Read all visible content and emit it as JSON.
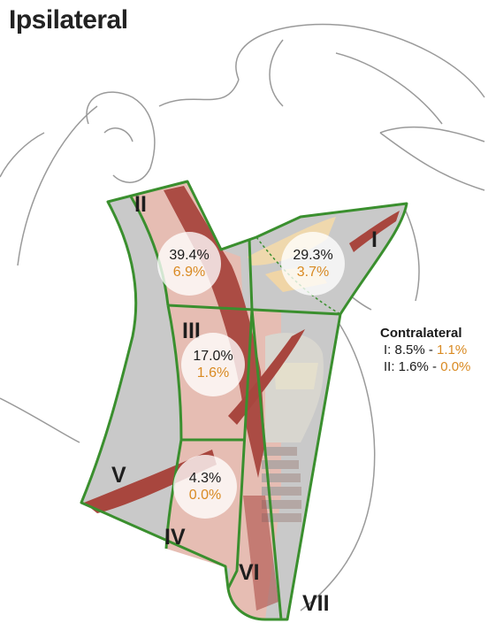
{
  "title": "Ipsilateral",
  "levels": {
    "I": "I",
    "II": "II",
    "III": "III",
    "IV": "IV",
    "V": "V",
    "VI": "VI",
    "VII": "VII"
  },
  "badges": {
    "level_II": {
      "ipsilateral": "39.4%",
      "contralateral": "6.9%"
    },
    "level_I": {
      "ipsilateral": "29.3%",
      "contralateral": "3.7%"
    },
    "level_III": {
      "ipsilateral": "17.0%",
      "contralateral": "1.6%"
    },
    "level_IV": {
      "ipsilateral": "4.3%",
      "contralateral": "0.0%"
    }
  },
  "contralateral_legend": {
    "heading": "Contralateral",
    "rows": [
      {
        "label": "I: 8.5% - ",
        "value": "1.1%"
      },
      {
        "label": "II: 1.6% - ",
        "value": "0.0%"
      }
    ]
  },
  "colors": {
    "boundary": "#3a8f2e",
    "muscle": "#a8463e",
    "zone_fill": "#e6bdb3",
    "neck_gray": "#c9c9c9",
    "contralateral_text": "#d98a22"
  }
}
